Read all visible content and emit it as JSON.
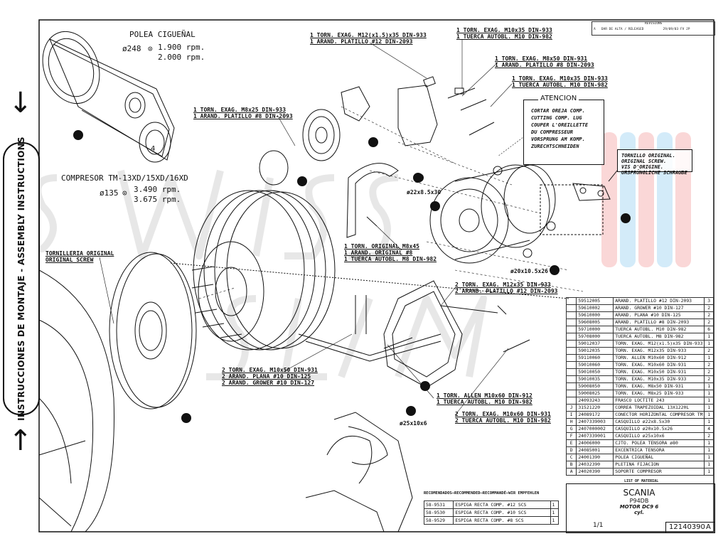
{
  "sidebar": {
    "vertical_text": "INSTRUCCIONES DE MONTAJE - ASSEMBLY INSTRUCTIONS",
    "arrow_down": "↓",
    "arrow_up": "↑"
  },
  "pulley_title": {
    "name": "POLEA CIGUEÑAL",
    "diameter": "ø248",
    "rpm1": "1.900 rpm.",
    "rpm2": "2.000 rpm."
  },
  "compressor_title": {
    "name": "COMPRESOR TM-13XD/15XD/16XD",
    "diameter": "ø135",
    "rpm1": "3.490 rpm.",
    "rpm2": "3.675 rpm."
  },
  "callouts": {
    "c1": "1 TORN. EXAG. M12(x1.5)x35 DIN-933\n1 ARAND. PLATILLO #12 DIN-2093",
    "c2": "1 TORN. EXAG. M10x35 DIN-933\n1 TUERCA AUTOBL. M10 DIN-982",
    "c3": "1 TORN. EXAG. M8x50 DIN-931\n1 ARAND. PLATILLO #8 DIN-2093",
    "c4": "1 TORN. EXAG. M10x35 DIN-933\n1 TUERCA AUTOBL. M10 DIN-982",
    "c5": "1 TORN. EXAG. M8x25 DIN-933\n1 ARAND. PLATILLO #8 DIN-2093",
    "c6": "1 TORN. ORIGINAL M8x45\n1 ARAND. ORIGINAL #8\n1 TUERCA AUTOBL. M8 DIN-982",
    "c7": "2 TORN. EXAG. M12x35 DIN-933\n2 ARAND. PLATILLO #12 DIN-2093",
    "c8": "2 TORN. EXAG. M10x50 DIN-931\n2 ARAND. PLANA #10 DIN-125\n2 ARAND. GROWER #10 DIN-127",
    "c9": "1 TORN. ALLEN M10x60 DIN-912\n1 TUERCA AUTOBL. M10 DIN-982",
    "c10": "2 TORN. EXAG. M10x60 DIN-931\n2 TUERCA AUTOBL. M10 DIN-982",
    "orig_screw_left": "TORNILLERIA ORIGINAL\nORIGINAL SCREW",
    "dim1": "ø22x8.5x30",
    "dim2": "ø20x10.5x26",
    "dim3": "ø25x10x6"
  },
  "atencion": {
    "title": "ATENCION",
    "body": "CORTAR OREJA COMP.\nCUTTING COMP. LUG\nCOUPER L'OREILLETTE\nDU COMPRESSEUR\nVORSPRUNG AM KOMP.\nZURECHTSCHNEIDEN"
  },
  "original_screw_box": "TORNILLO ORIGINAL.\nORIGINAL SCREW.\nVIS D'ORIGINE.\nURSPRÜNGLICHE SCHRAUBE",
  "bom": [
    {
      "pos": "",
      "code": "59512005",
      "desc": "ARAND. PLATILLO #12 DIN-2093",
      "qty": "3"
    },
    {
      "pos": "",
      "code": "59610002",
      "desc": "ARAND. GROWER #10 DIN-127",
      "qty": "2"
    },
    {
      "pos": "",
      "code": "59610000",
      "desc": "ARAND. PLANA #10 DIN-125",
      "qty": "2"
    },
    {
      "pos": "",
      "code": "59608005",
      "desc": "ARAND. PLATILLO #8 DIN-2093",
      "qty": "2"
    },
    {
      "pos": "",
      "code": "59710000",
      "desc": "TUERCA AUTOBL. M10 DIN-982",
      "qty": "6"
    },
    {
      "pos": "",
      "code": "59708000",
      "desc": "TUERCA AUTOBL. M8 DIN-982",
      "qty": "1"
    },
    {
      "pos": "",
      "code": "59012037",
      "desc": "TORN. EXAG. M12(x1.5)x35 DIN-933",
      "qty": "1"
    },
    {
      "pos": "",
      "code": "59012035",
      "desc": "TORN. EXAG. M12x35 DIN-933",
      "qty": "2"
    },
    {
      "pos": "",
      "code": "59110060",
      "desc": "TORN. ALLEN M10x60 DIN-912",
      "qty": "1"
    },
    {
      "pos": "",
      "code": "59010060",
      "desc": "TORN. EXAG. M10x60 DIN-931",
      "qty": "2"
    },
    {
      "pos": "",
      "code": "59010050",
      "desc": "TORN. EXAG. M10x50 DIN-931",
      "qty": "2"
    },
    {
      "pos": "",
      "code": "59010035",
      "desc": "TORN. EXAG. M10x35 DIN-933",
      "qty": "2"
    },
    {
      "pos": "",
      "code": "59008050",
      "desc": "TORN. EXAG. M8x50 DIN-931",
      "qty": "1"
    },
    {
      "pos": "",
      "code": "59008025",
      "desc": "TORN. EXAG. M8x25 DIN-933",
      "qty": "1"
    },
    {
      "pos": "",
      "code": "24093243",
      "desc": "FRASCO LOCTITE 243",
      "qty": "1"
    },
    {
      "pos": "J",
      "code": "31521220",
      "desc": "CORREA TRAPEZOIDAL 13X1220L",
      "qty": "1"
    },
    {
      "pos": "I",
      "code": "24089172",
      "desc": "CONECTOR HORIZONTAL COMPRESOR TM",
      "qty": "1"
    },
    {
      "pos": "H",
      "code": "2407339003",
      "desc": "CASQUILLO ø22x8.5x30",
      "qty": "1"
    },
    {
      "pos": "G",
      "code": "2407000002",
      "desc": "CASQUILLO ø20x10.5x26",
      "qty": "4"
    },
    {
      "pos": "F",
      "code": "2407339001",
      "desc": "CASQUILLO ø25x10x6",
      "qty": "2"
    },
    {
      "pos": "E",
      "code": "24006000",
      "desc": "CJTO. POLEA TENSORA ø80",
      "qty": "1"
    },
    {
      "pos": "D",
      "code": "24085001",
      "desc": "EXCENTRICA TENSORA",
      "qty": "1"
    },
    {
      "pos": "C",
      "code": "24001390",
      "desc": "POLEA CIGUEÑAL",
      "qty": "1"
    },
    {
      "pos": "B",
      "code": "24032390",
      "desc": "PLETINA FIJACION",
      "qty": "1"
    },
    {
      "pos": "A",
      "code": "24020390",
      "desc": "SOPORTE COMPRESOR",
      "qty": "1"
    }
  ],
  "list_header": "LIST OF MATERIAL",
  "recommended": {
    "header": "RECOMENDADOS—RECOMMENDED—RECOMMANDÉ—WIR EMPFEHLEN",
    "rows": [
      {
        "code": "58-9531",
        "desc": "ESPIGA RECTA COMP. #12 SCS",
        "qty": "1"
      },
      {
        "code": "58-9530",
        "desc": "ESPIGA RECTA COMP. #10 SCS",
        "qty": "1"
      },
      {
        "code": "58-9529",
        "desc": "ESPIGA RECTA COMP. #8 SCS",
        "qty": "1"
      }
    ]
  },
  "title_block": {
    "brand": "SCANIA",
    "model": "P94DB",
    "engine": "MOTOR DC9 6 cyl.",
    "sheet": "1/1",
    "drawing_no": "12140390",
    "rev": "A"
  },
  "revision_block": {
    "header": "REVISIONS",
    "row": "A   DAR DE ALTA / RELEASED          29/09/03 FV JP"
  },
  "colors": {
    "line": "#111111",
    "watermark": "#d9d9d9",
    "accent_red": "#f07070",
    "accent_blue": "#70b8e8"
  }
}
